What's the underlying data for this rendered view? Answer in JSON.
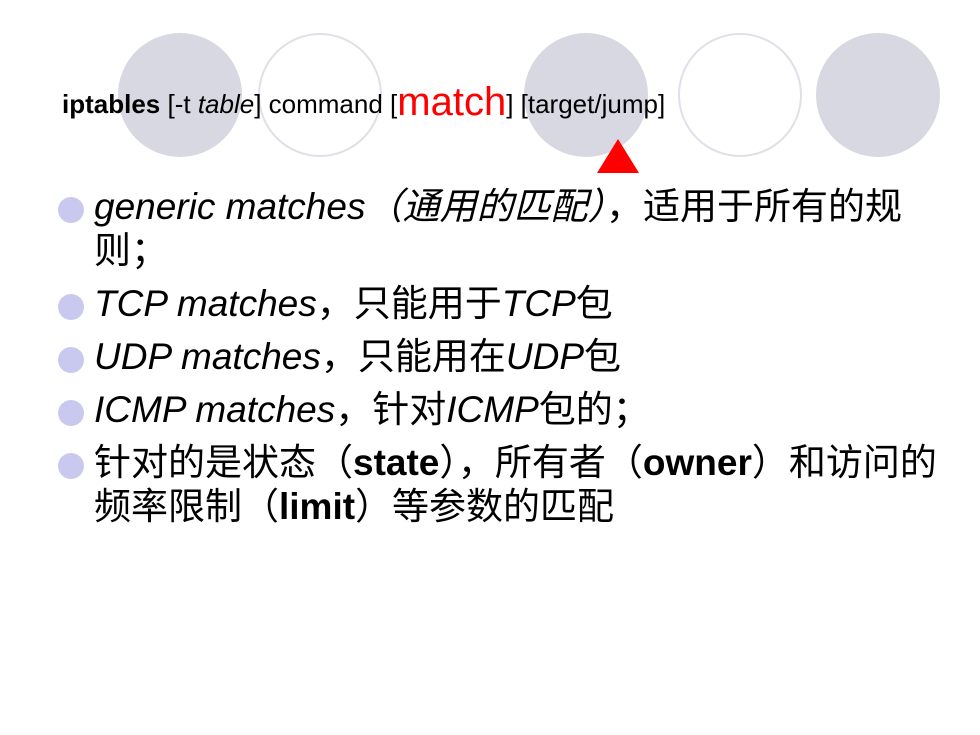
{
  "colors": {
    "accent": "#ff0000",
    "bullet": "#c9c9f0",
    "circle": "#d8d8e2"
  },
  "title": {
    "cmd": "iptables",
    "bracket_open_t": " [-t ",
    "table": "table",
    "bracket_close_cmd": "] command [",
    "match": "match",
    "tail": "] [target/jump]"
  },
  "bullets": [
    {
      "a": "generic matches",
      "b": "（通用的匹配）",
      "c": "，适用于所有的规则；"
    },
    {
      "a": "TCP matches",
      "b": "，只能用于",
      "c": "TCP",
      "d": "包"
    },
    {
      "a": "UDP matches",
      "b": "，只能用在",
      "c": "UDP",
      "d": "包"
    },
    {
      "a": "ICMP matches",
      "b": "，针对",
      "c": "ICMP",
      "d": "包的；"
    },
    {
      "a": "针对的是状态（",
      "b": "state",
      "c": "），所有者（",
      "d": "owner",
      "e": "）和访问的频率限制（",
      "f": "limit",
      "g": "）等参数的匹配"
    }
  ]
}
